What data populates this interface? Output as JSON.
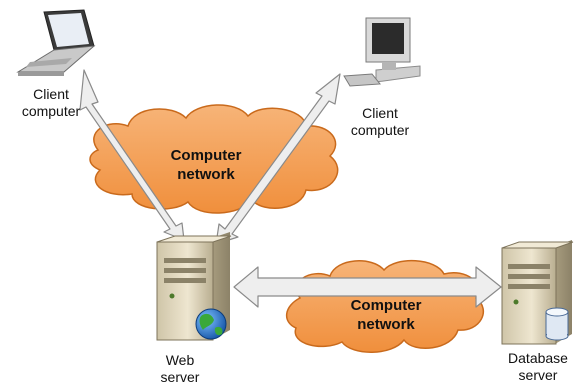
{
  "nodes": {
    "client_laptop": {
      "line1": "Client",
      "line2": "computer"
    },
    "client_desktop": {
      "line1": "Client",
      "line2": "computer"
    },
    "web_server": {
      "line1": "Web",
      "line2": "server"
    },
    "database_server": {
      "line1": "Database",
      "line2": "server"
    }
  },
  "clouds": {
    "upper": {
      "line1": "Computer",
      "line2": "network"
    },
    "lower": {
      "line1": "Computer",
      "line2": "network"
    }
  },
  "colors": {
    "cloud_fill": "#f5a25a",
    "cloud_stroke": "#c96a1c",
    "arrow_fill": "#eeeeee",
    "arrow_stroke": "#8a8a8a",
    "server_body": "#e6dcc2",
    "globe": "#2a78c8"
  }
}
